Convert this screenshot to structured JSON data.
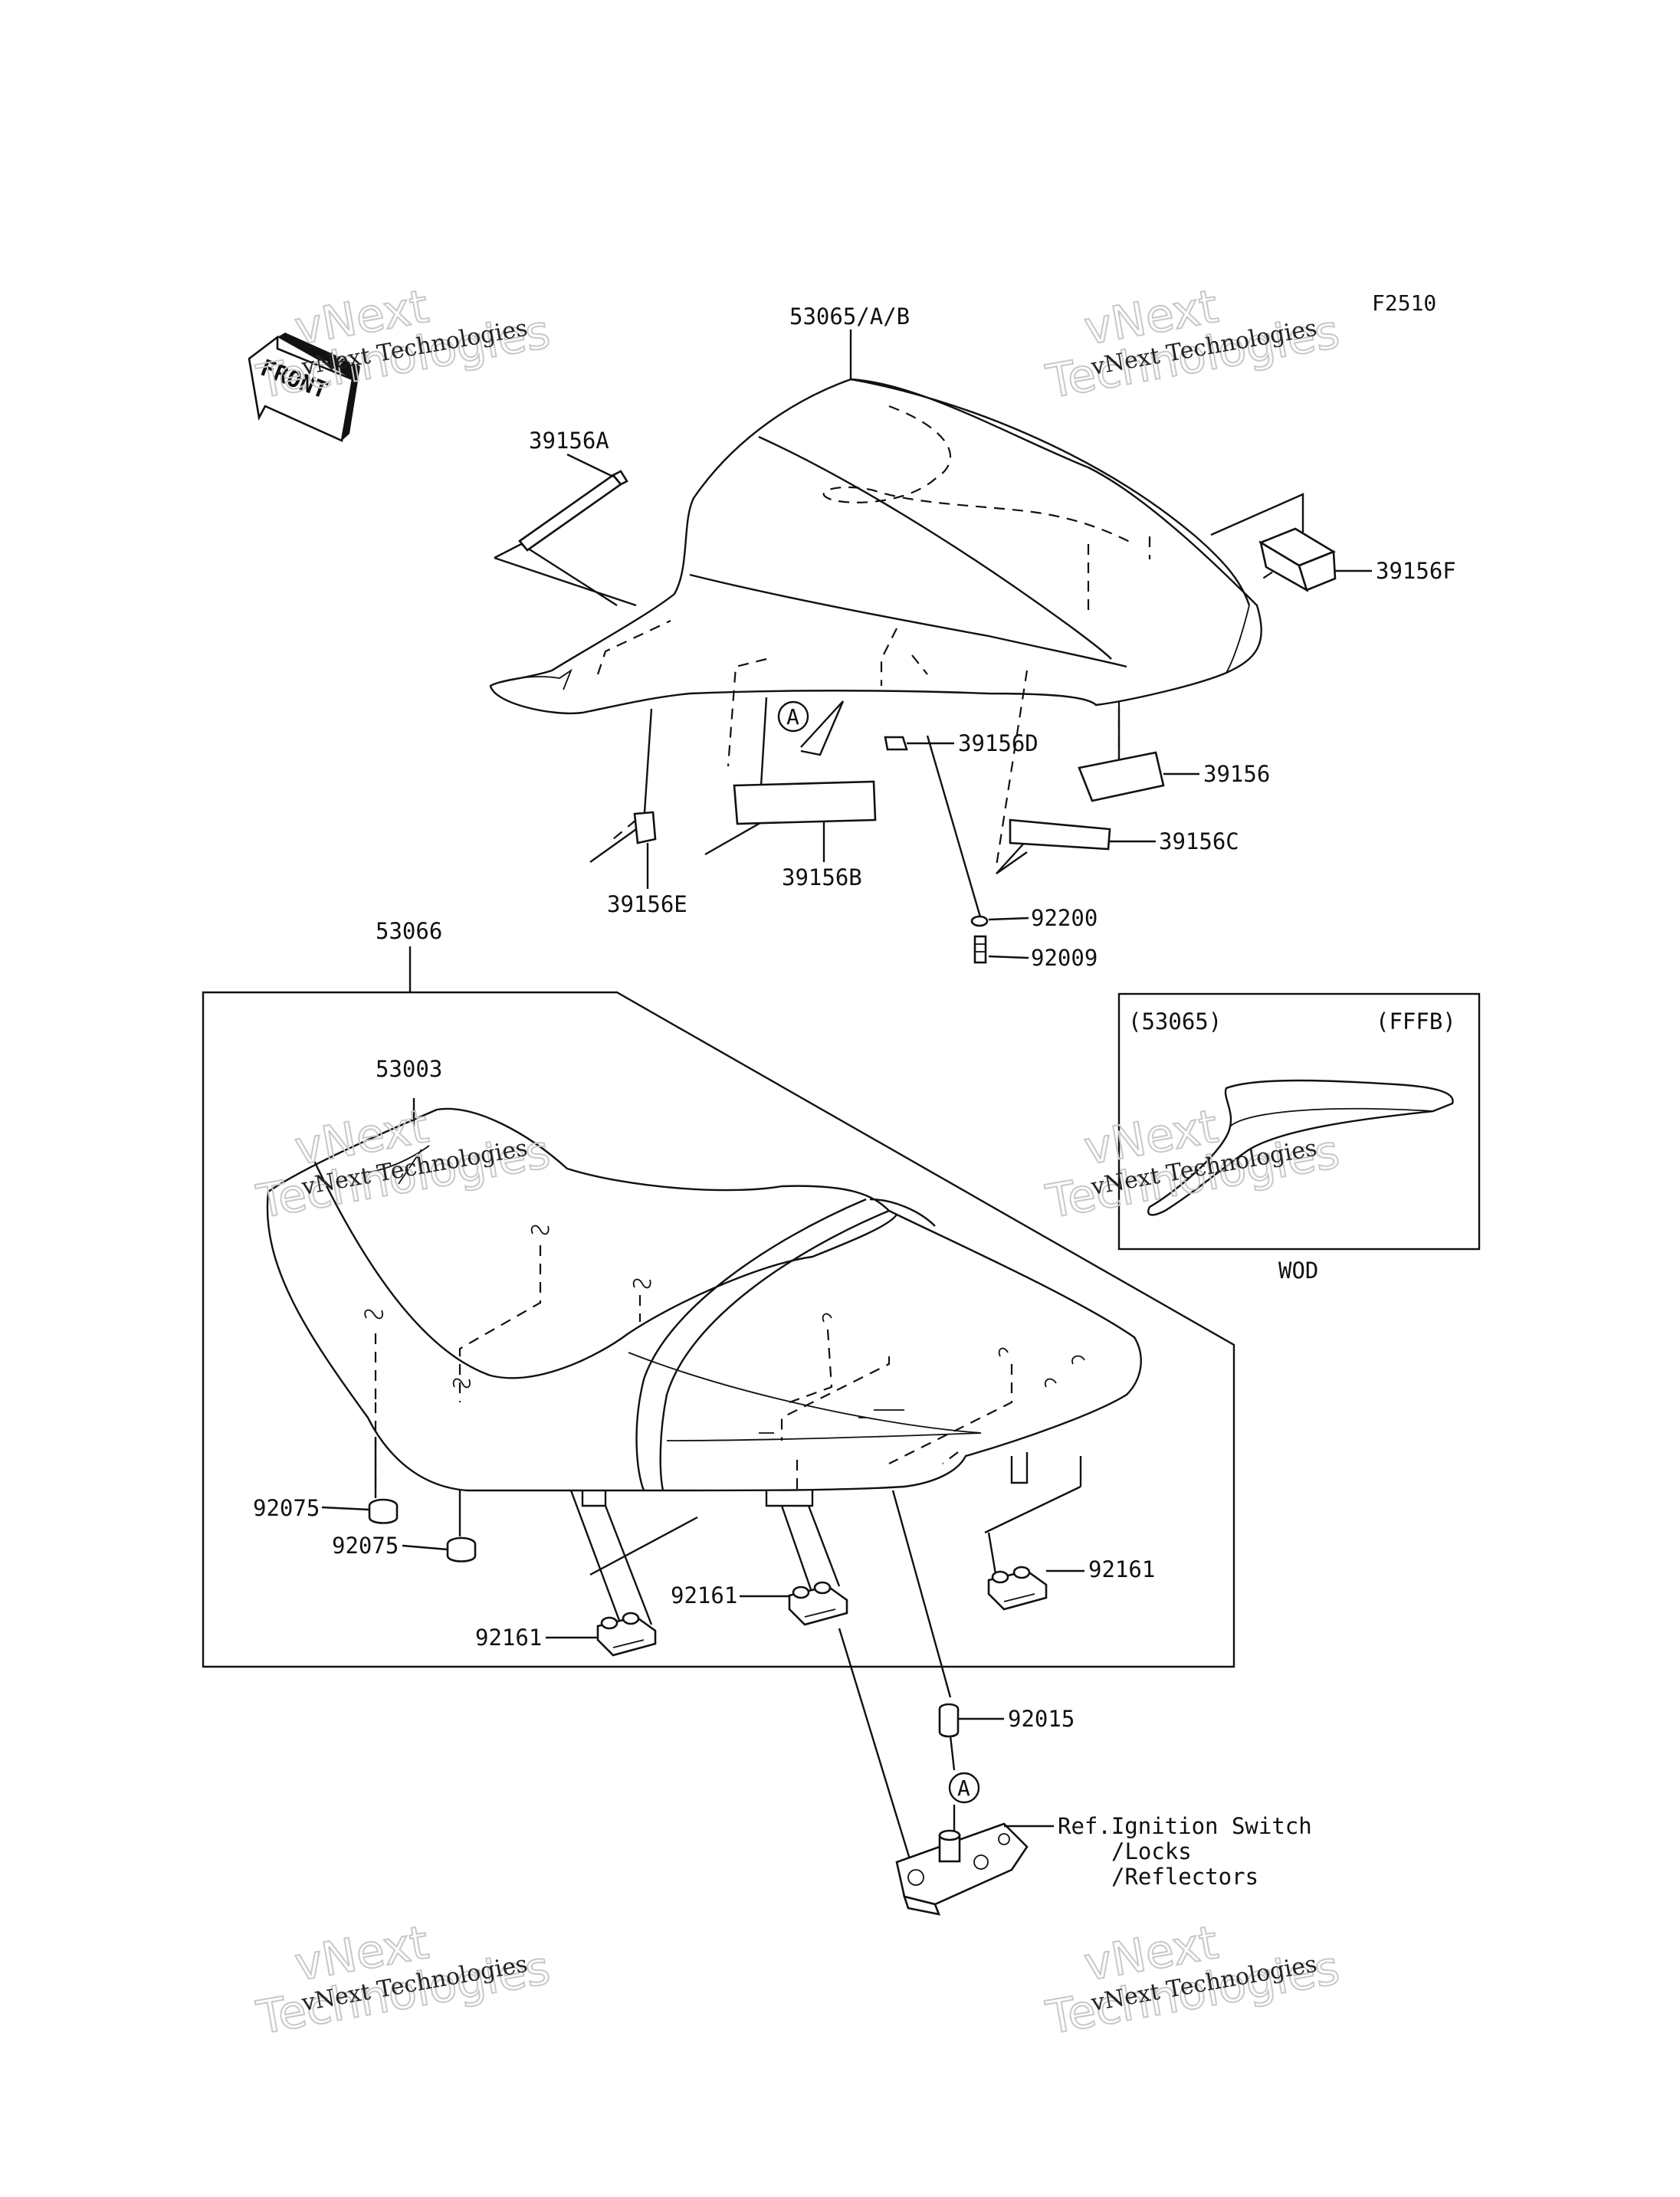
{
  "figure_code": "F2510",
  "front_arrow_label": "FRONT",
  "watermark": {
    "line1": "vNext",
    "line2": "Technologies",
    "caption": "vNext Technologies"
  },
  "labels": {
    "rear_seat_assembly": "53065/A/B",
    "pad_a": "39156A",
    "pad_f": "39156F",
    "pad_d": "39156D",
    "pad": "39156",
    "pad_c": "39156C",
    "pad_b": "39156B",
    "pad_e": "39156E",
    "washer": "92200",
    "bolt": "92009",
    "seat_assembly": "53066",
    "seat": "53003",
    "damper_left": "92075",
    "damper_left2": "92075",
    "bracket_1": "92161",
    "bracket_2": "92161",
    "bracket_3": "92161",
    "collar": "92015",
    "ref_line1": "Ref.Ignition Switch",
    "ref_line2": "/Locks",
    "ref_line3": "/Reflectors",
    "callout_a1": "A",
    "callout_a2": "A"
  },
  "inset": {
    "left_label": "(53065)",
    "right_label": "(FFFB)",
    "caption": "WOD"
  }
}
